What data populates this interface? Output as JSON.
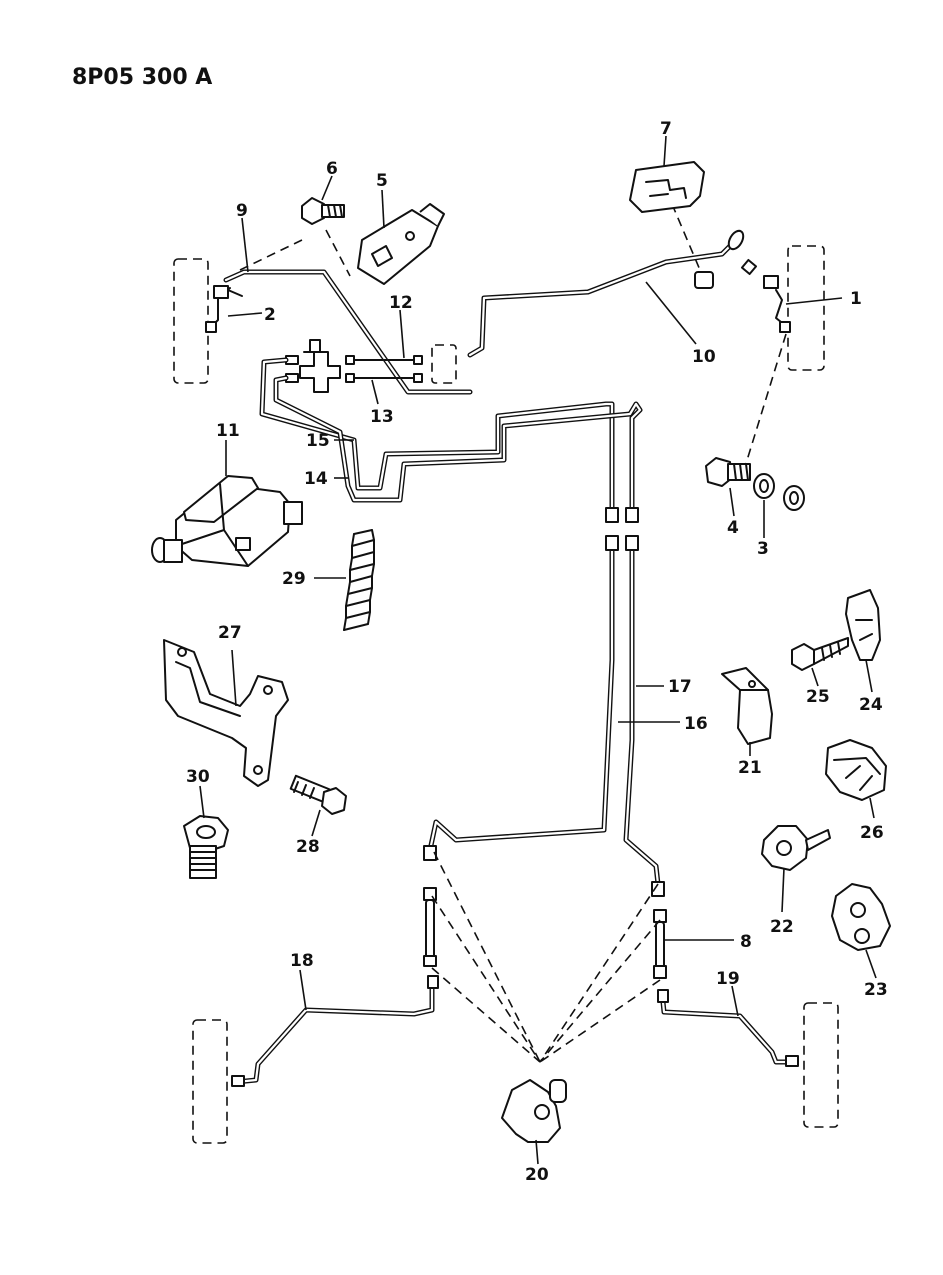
{
  "drawing_code": "8P05 300 A",
  "callouts": [
    "1",
    "2",
    "3",
    "4",
    "5",
    "6",
    "7",
    "8",
    "9",
    "10",
    "11",
    "12",
    "13",
    "14",
    "15",
    "16",
    "17",
    "18",
    "19",
    "20",
    "21",
    "22",
    "23",
    "24",
    "25",
    "26",
    "27",
    "28",
    "29",
    "30"
  ]
}
